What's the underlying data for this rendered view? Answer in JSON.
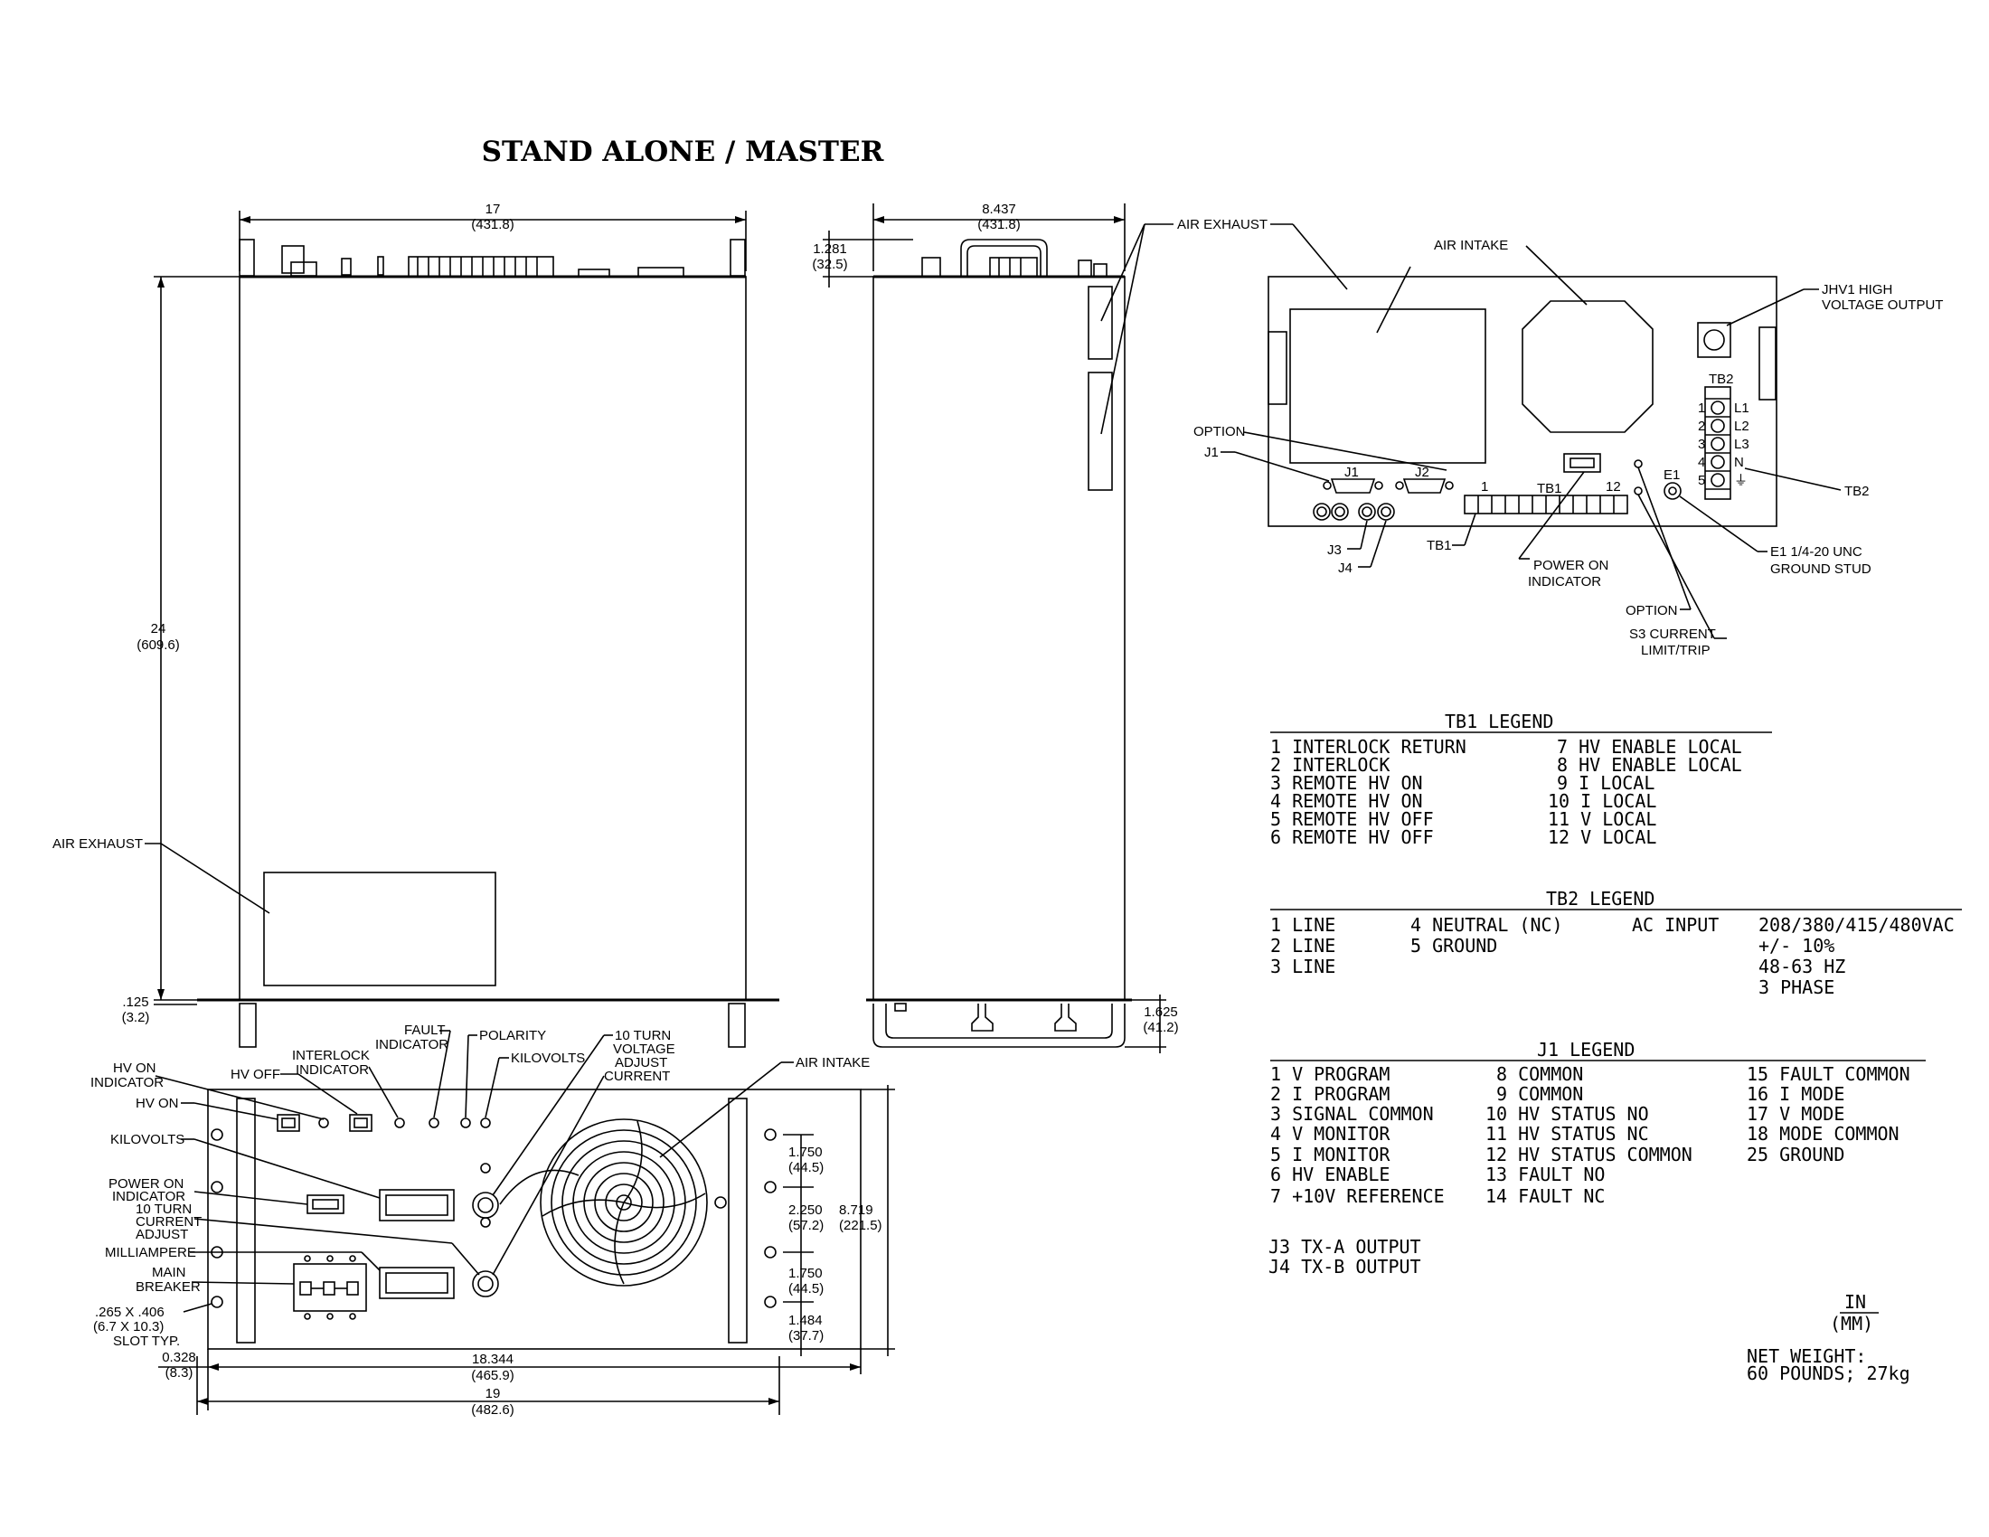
{
  "title": "STAND ALONE / MASTER",
  "dims": {
    "top_w": "17",
    "top_w_mm": "(431.8)",
    "side_w": "8.437",
    "side_w_mm": "(431.8)",
    "side_h": "1.281",
    "side_h_mm": "(32.5)",
    "depth": "24",
    "depth_mm": "(609.6)",
    "flange": ".125",
    "flange_mm": "(3.2)",
    "foot": "1.625",
    "foot_mm": "(41.2)",
    "r1": "1.750",
    "r1_mm": "(44.5)",
    "r2": "2.250",
    "r2_mm": "(57.2)",
    "r3": "8.719",
    "r3_mm": "(221.5)",
    "r4": "1.750",
    "r4_mm": "(44.5)",
    "r5": "1.484",
    "r5_mm": "(37.7)",
    "slot": ".265 X .406",
    "slot_mm": "(6.7 X 10.3)",
    "slot_typ": "SLOT TYP.",
    "edge": "0.328",
    "edge_mm": "(8.3)",
    "inner_w": "18.344",
    "inner_w_mm": "(465.9)",
    "outer_w": "19",
    "outer_w_mm": "(482.6)"
  },
  "labels": {
    "air_exhaust": "AIR EXHAUST",
    "air_exhaust_side": "AIR EXHAUST",
    "air_intake_top": "AIR INTAKE",
    "air_intake_front": "AIR INTAKE",
    "jhv1_a": "JHV1 HIGH",
    "jhv1_b": "VOLTAGE OUTPUT",
    "tb2_top": "TB2",
    "tb2_right": "TB2",
    "tb2_n": [
      "1",
      "2",
      "3",
      "4",
      "5"
    ],
    "tb2_marks": [
      "L1",
      "L2",
      "L3",
      "N",
      "⏚"
    ],
    "option_a": "OPTION",
    "j1_a": "J1",
    "j1_conn": "J1",
    "j2_conn": "J2",
    "tb1_1": "1",
    "tb1_name": "TB1",
    "tb1_12": "12",
    "e1": "E1",
    "j3": "J3",
    "j4": "J4",
    "tb1_lead": "TB1",
    "power_on_a": "POWER ON",
    "power_on_b": "INDICATOR",
    "e1_note_a": "E1 1/4-20 UNC",
    "e1_note_b": "GROUND STUD",
    "option_b": "OPTION",
    "s3_a": "S3 CURRENT",
    "s3_b": "LIMIT/TRIP",
    "hv_on_ind_a": "HV ON",
    "hv_on_ind_b": "INDICATOR",
    "hv_off": "HV OFF",
    "hv_on": "HV ON",
    "interlock_a": "INTERLOCK",
    "interlock_b": "INDICATOR",
    "fault_a": "FAULT",
    "fault_b": "INDICATOR",
    "polarity": "POLARITY",
    "kilovolts_top": "KILOVOLTS",
    "ten_turn_v_a": "10 TURN",
    "ten_turn_v_b": "VOLTAGE",
    "ten_turn_v_c": "ADJUST",
    "ten_turn_v_d": "CURRENT",
    "kilovolts": "KILOVOLTS",
    "power_on_f_a": "POWER ON",
    "power_on_f_b": "INDICATOR",
    "ten_turn_c_a": "10 TURN",
    "ten_turn_c_b": "CURRENT",
    "ten_turn_c_c": "ADJUST",
    "milliampere": "MILLIAMPERE",
    "main_a": "MAIN",
    "main_b": "BREAKER"
  },
  "tb1_legend": {
    "title": "TB1 LEGEND",
    "left": [
      "1 INTERLOCK RETURN",
      "2 INTERLOCK",
      "3 REMOTE HV ON",
      "4 REMOTE HV ON",
      "5 REMOTE HV OFF",
      "6 REMOTE HV OFF"
    ],
    "right": [
      "7 HV ENABLE LOCAL",
      "8 HV ENABLE LOCAL",
      "9 I LOCAL",
      "10 I LOCAL",
      "11 V LOCAL",
      "12 V LOCAL"
    ]
  },
  "tb2_legend": {
    "title": "TB2 LEGEND",
    "col1": [
      "1 LINE",
      "2 LINE",
      "3 LINE"
    ],
    "col2": [
      "4 NEUTRAL (NC)",
      "5 GROUND"
    ],
    "ac_input": "AC INPUT",
    "specs": [
      "208/380/415/480VAC",
      "+/- 10%",
      "48-63 HZ",
      "3 PHASE"
    ]
  },
  "j1_legend": {
    "title": "J1 LEGEND",
    "col1": [
      "1 V PROGRAM",
      "2 I PROGRAM",
      "3 SIGNAL COMMON",
      "4 V MONITOR",
      "5 I MONITOR",
      "6 HV ENABLE",
      "7 +10V REFERENCE"
    ],
    "col2": [
      "8 COMMON",
      "9 COMMON",
      "10 HV STATUS NO",
      "11 HV STATUS NC",
      "12 HV STATUS COMMON",
      "13 FAULT NO",
      "14 FAULT NC"
    ],
    "col3": [
      "15 FAULT COMMON",
      "16 I MODE",
      "17 V MODE",
      "18 MODE COMMON",
      "25 GROUND"
    ]
  },
  "outputs": [
    "J3 TX-A OUTPUT",
    "J4 TX-B OUTPUT"
  ],
  "units": {
    "top": "IN",
    "bottom": "(MM)"
  },
  "weight": {
    "line1": "NET WEIGHT:",
    "line2": "60 POUNDS; 27kg"
  }
}
